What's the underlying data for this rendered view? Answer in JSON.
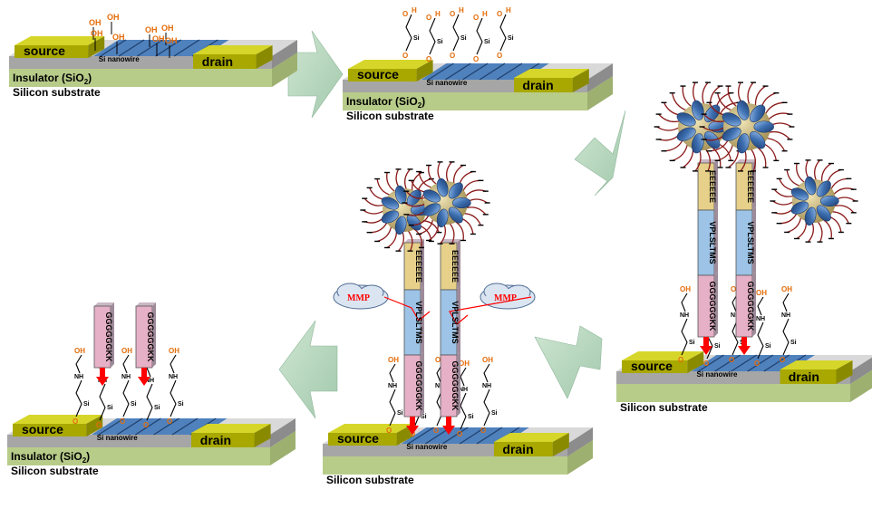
{
  "labels": {
    "source": "source",
    "drain": "drain",
    "insulator": "Insulator (SiO",
    "insulator_sub": "2",
    "insulator_close": ")",
    "substrate": "Silicon substrate",
    "nanowire": "Si nanowire",
    "enzyme": "MMP"
  },
  "peptide": {
    "segment_top": "EEEEEE",
    "segment_mid": "VPLSLTMS",
    "segment_bottom": "GGGGGGKK"
  },
  "chem": {
    "oh": "OH",
    "o": "O",
    "h": "H",
    "n": "N",
    "nh": "NH",
    "si": "Si"
  },
  "colors": {
    "electrode_top": "#d6d62a",
    "electrode_front": "#a8a800",
    "oxide_top": "#d9d9d9",
    "oxide_front": "#a6a6a6",
    "substrate_top": "#d7e4bd",
    "substrate_front": "#b8cc8a",
    "nanowire": "#4f81bd",
    "arrow": "#b5d6bd",
    "chem_orange": "#e46c0a",
    "chain_red": "#8b1a1a",
    "peptide_yellow": "#e6d08a",
    "peptide_blue": "#9dc3e6",
    "peptide_pink": "#e6b0c6",
    "cut_red": "#ff0000",
    "particle_blue": "#2f5a96",
    "particle_gold": "#c8b87a"
  }
}
